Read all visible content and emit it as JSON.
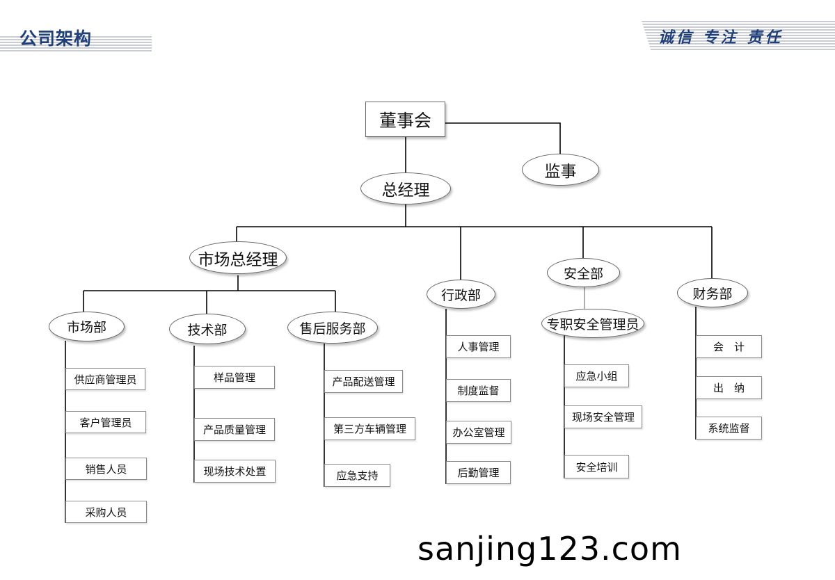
{
  "header": {
    "title": "公司架构",
    "slogan": "诚信 专注 责任"
  },
  "nodes": {
    "board": "董事会",
    "supervisor": "监事",
    "gm": "总经理",
    "market_gm": "市场总经理",
    "admin": "行政部",
    "safety": "安全部",
    "finance": "财务部",
    "market_dept": "市场部",
    "tech_dept": "技术部",
    "aftersales": "售后服务部",
    "safety_officer": "专职安全管理员"
  },
  "market_items": [
    "供应商管理员",
    "客户管理员",
    "销售人员",
    "采购人员"
  ],
  "tech_items": [
    "样品管理",
    "产品质量管理",
    "现场技术处置"
  ],
  "aftersales_items": [
    "产品配送管理",
    "第三方车辆管理",
    "应急支持"
  ],
  "admin_items": [
    "人事管理",
    "制度监督",
    "办公室管理",
    "后勤管理"
  ],
  "safety_items": [
    "应急小组",
    "现场安全管理",
    "安全培训"
  ],
  "finance_items": [
    "会　计",
    "出　纳",
    "系统监督"
  ],
  "watermark": "sanjing123.com"
}
